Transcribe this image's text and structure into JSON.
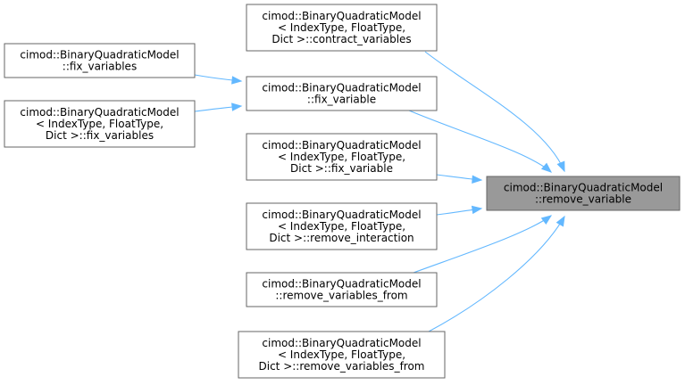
{
  "graph": {
    "target": {
      "lines": [
        "cimod::BinaryQuadraticModel",
        "::remove_variable"
      ]
    },
    "callers_level1": [
      {
        "id": "contract_variables",
        "lines": [
          "cimod::BinaryQuadraticModel",
          "< IndexType, FloatType,",
          "Dict >::contract_variables"
        ]
      },
      {
        "id": "fix_variable",
        "lines": [
          "cimod::BinaryQuadraticModel",
          "::fix_variable"
        ]
      },
      {
        "id": "fix_variable_dict",
        "lines": [
          "cimod::BinaryQuadraticModel",
          "< IndexType, FloatType,",
          "Dict >::fix_variable"
        ]
      },
      {
        "id": "remove_interaction",
        "lines": [
          "cimod::BinaryQuadraticModel",
          "< IndexType, FloatType,",
          "Dict >::remove_interaction"
        ]
      },
      {
        "id": "remove_variables_from",
        "lines": [
          "cimod::BinaryQuadraticModel",
          "::remove_variables_from"
        ]
      },
      {
        "id": "remove_variables_from_dict",
        "lines": [
          "cimod::BinaryQuadraticModel",
          "< IndexType, FloatType,",
          "Dict >::remove_variables_from"
        ]
      }
    ],
    "callers_level2": [
      {
        "id": "fix_variables",
        "lines": [
          "cimod::BinaryQuadraticModel",
          "::fix_variables"
        ]
      },
      {
        "id": "fix_variables_dict",
        "lines": [
          "cimod::BinaryQuadraticModel",
          "< IndexType, FloatType,",
          "Dict >::fix_variables"
        ]
      }
    ],
    "edges": [
      {
        "from": "contract_variables",
        "to": "target"
      },
      {
        "from": "fix_variable",
        "to": "target"
      },
      {
        "from": "fix_variable_dict",
        "to": "target"
      },
      {
        "from": "remove_interaction",
        "to": "target"
      },
      {
        "from": "remove_variables_from",
        "to": "target"
      },
      {
        "from": "remove_variables_from_dict",
        "to": "target"
      },
      {
        "from": "fix_variables",
        "to": "fix_variable"
      },
      {
        "from": "fix_variables_dict",
        "to": "fix_variable"
      }
    ],
    "colors": {
      "edge": "#63b8ff",
      "node_border": "#666666",
      "target_fill": "#999999",
      "node_fill": "#ffffff"
    }
  }
}
